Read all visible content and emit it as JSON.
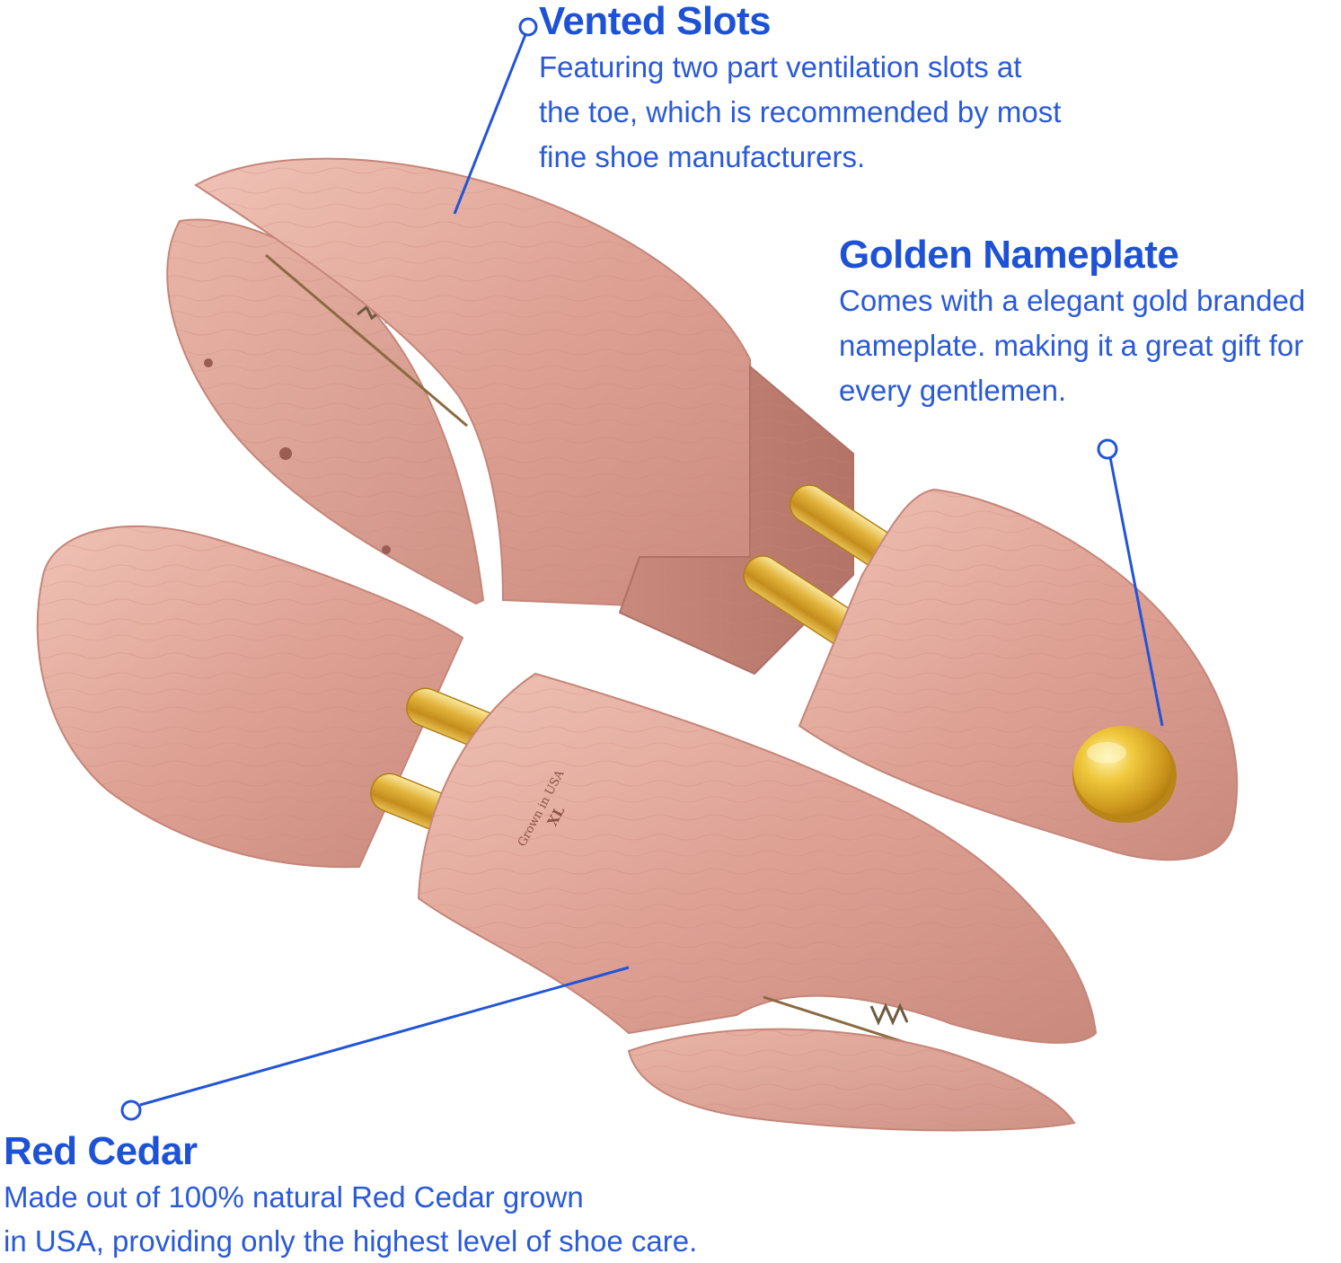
{
  "callouts": {
    "vented": {
      "title": "Vented Slots",
      "line1": "Featuring two part ventilation slots at",
      "line2": "the toe, which is recommended by most",
      "line3": "fine shoe manufacturers."
    },
    "golden": {
      "title": "Golden Nameplate",
      "line1": "Comes with a elegant gold branded",
      "line2": "nameplate. making it a great gift for",
      "line3": "every gentlemen."
    },
    "cedar": {
      "title": "Red Cedar",
      "line1": "Made out of 100% natural Red Cedar grown",
      "line2": "in USA, providing only the highest level of shoe care."
    }
  },
  "stamp": {
    "line1": "Grown in USA",
    "line2": "XL"
  },
  "colors": {
    "accent_blue": "#1e52d6",
    "cedar_light": "#e8b3a6",
    "cedar_mid": "#d4978a",
    "cedar_dark": "#b97a6e",
    "brass": "#d9a92c",
    "brass_light": "#f6dd7a"
  }
}
